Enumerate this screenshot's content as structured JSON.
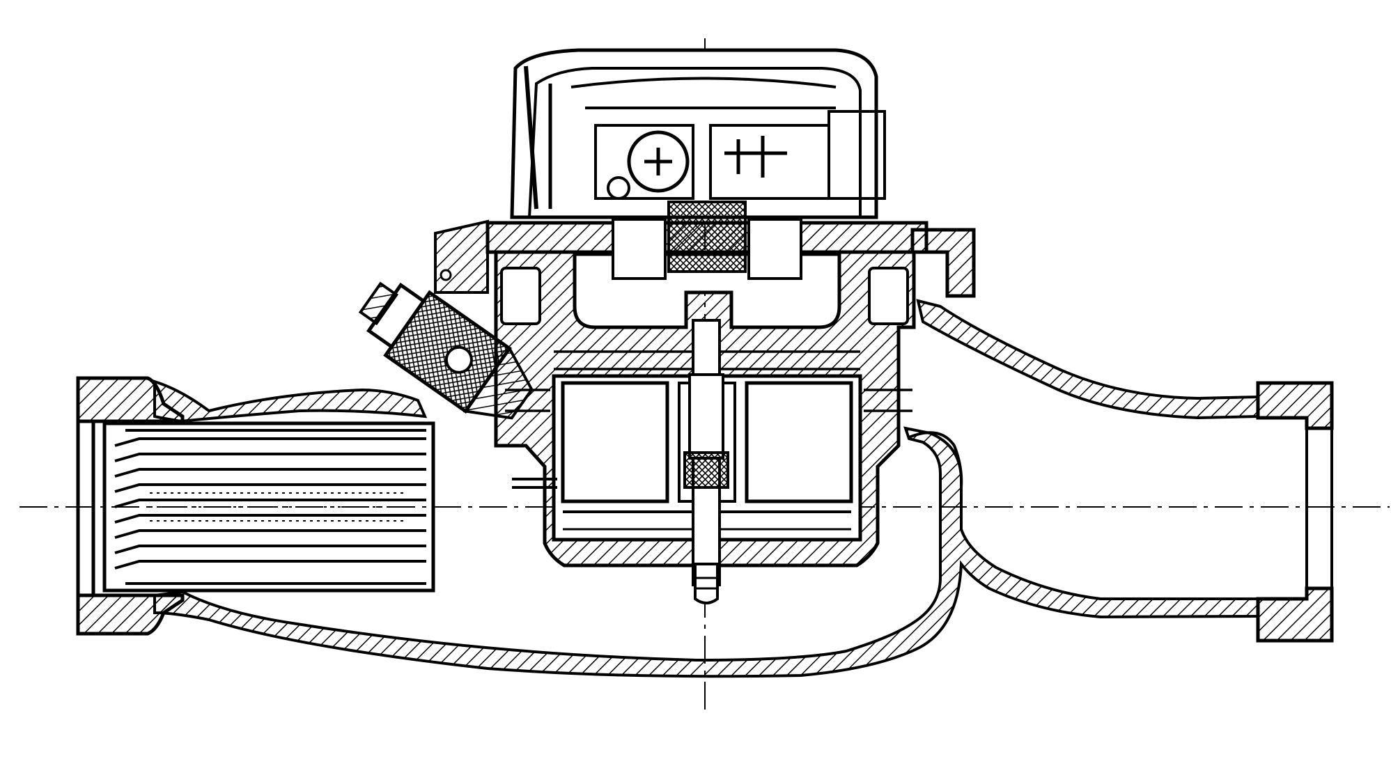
{
  "colors": {
    "ink": "#000000",
    "paper": "#ffffff"
  },
  "parts": [
    "inlet-fitting",
    "inlet-strainer",
    "outlet-fitting",
    "pipe-body-upper",
    "pipe-body-lower",
    "bypass-duct",
    "meter-housing",
    "turbine-rotor",
    "center-shaft",
    "counter-register-head",
    "register-dial",
    "regulating-screw-plug",
    "drain-adjustment-screw"
  ]
}
